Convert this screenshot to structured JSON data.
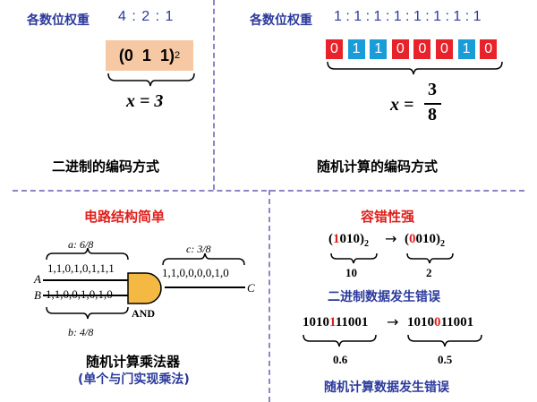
{
  "top_left": {
    "weights_label": "各数位权重",
    "weights_value": "4 : 2 : 1",
    "binary_display": "(0  1  1)",
    "binary_subscript": "2",
    "x_value": "x = 3",
    "caption": "二进制的编码方式"
  },
  "top_right": {
    "weights_label": "各数位权重",
    "weights_value": "1 : 1 : 1 : 1 : 1 : 1 : 1 : 1",
    "bits": [
      "0",
      "1",
      "1",
      "0",
      "0",
      "0",
      "1",
      "0"
    ],
    "bit_colors": [
      "#e8222a",
      "#1a9cd8",
      "#1a9cd8",
      "#e8222a",
      "#e8222a",
      "#e8222a",
      "#1a9cd8",
      "#e8222a"
    ],
    "x_lhs": "x =",
    "x_num": "3",
    "x_den": "8",
    "caption": "随机计算的编码方式"
  },
  "bottom_left": {
    "title": "电路结构简单",
    "a_label": "a: 6/8",
    "a_bits": "1,1,0,1,0,1,1,1",
    "b_label": "b: 4/8",
    "b_bits": "1,1,0,0,1,0,1,0",
    "c_label": "c: 3/8",
    "c_bits": "1,1,0,0,0,0,1,0",
    "input_a": "A",
    "input_b": "B",
    "output_c": "C",
    "gate_label": "AND",
    "caption": "随机计算乘法器",
    "subcaption": "(单个与门实现乘法)"
  },
  "bottom_right": {
    "title": "容错性强",
    "bin_before_open": "(",
    "bin_before_err": "1",
    "bin_before_rest": "010)",
    "bin_after_open": "(",
    "bin_after_err": "0",
    "bin_after_rest": "010)",
    "bin_sub": "2",
    "arrow": "→",
    "bin_before_value": "10",
    "bin_after_value": "2",
    "bin_caption": "二进制数据发生错误",
    "sc_before_pre": "1010",
    "sc_before_err": "1",
    "sc_before_post": "11001",
    "sc_after_pre": "1010",
    "sc_after_err": "0",
    "sc_after_post": "11001",
    "sc_before_value": "0.6",
    "sc_after_value": "0.5",
    "sc_caption": "随机计算数据发生错误"
  },
  "colors": {
    "accent_blue": "#2b3a9c",
    "accent_red": "#e0201c",
    "divider": "#8a86c8",
    "box_orange": "#f6c9a4"
  }
}
